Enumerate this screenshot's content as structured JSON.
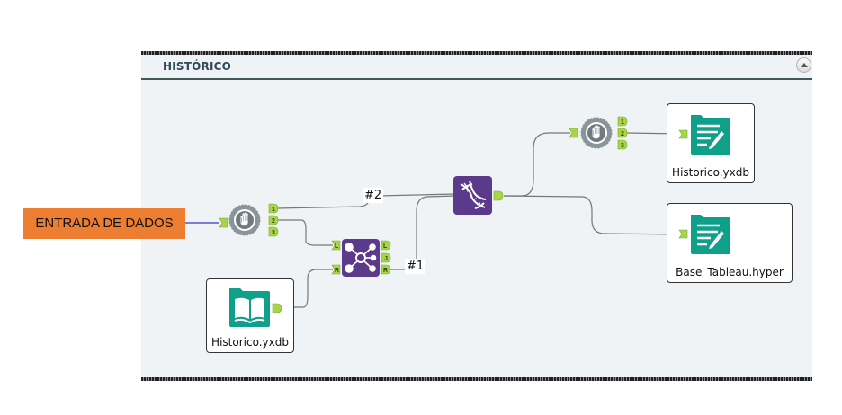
{
  "container": {
    "title": "HISTÓRICO",
    "collapse_icon": "chevron-up-icon"
  },
  "external_label": {
    "text": "ENTRADA DE DADOS",
    "color": "#ed7d31"
  },
  "tools": {
    "filter1": {
      "type": "filter",
      "icon": "hand-stop-icon",
      "outputs": [
        "1",
        "2",
        "3"
      ]
    },
    "join": {
      "type": "join",
      "icon": "join-icon",
      "inputs": [
        "L",
        "R"
      ],
      "outputs": [
        "L",
        "J",
        "R"
      ]
    },
    "union": {
      "type": "union",
      "icon": "dna-icon"
    },
    "filter2": {
      "type": "filter",
      "icon": "hand-stop-icon",
      "outputs": [
        "1",
        "2",
        "3"
      ]
    },
    "input_historico": {
      "type": "input",
      "icon": "book-icon",
      "label": "Historico.yxdb"
    },
    "output_historico": {
      "type": "output",
      "icon": "output-file-icon",
      "label": "Historico.yxdb"
    },
    "output_tableau": {
      "type": "output",
      "icon": "output-file-icon",
      "label": "Base_Tableau.hyper"
    }
  },
  "connections": {
    "label_1": "#1",
    "label_2": "#2"
  },
  "colors": {
    "anchor_green": "#a8d44a",
    "join_purple": "#5b3a8c",
    "io_teal": "#10a08a",
    "filter_gray": "#7c8a90",
    "connector_gray": "#777777",
    "input_line": "#6b6bd6"
  }
}
